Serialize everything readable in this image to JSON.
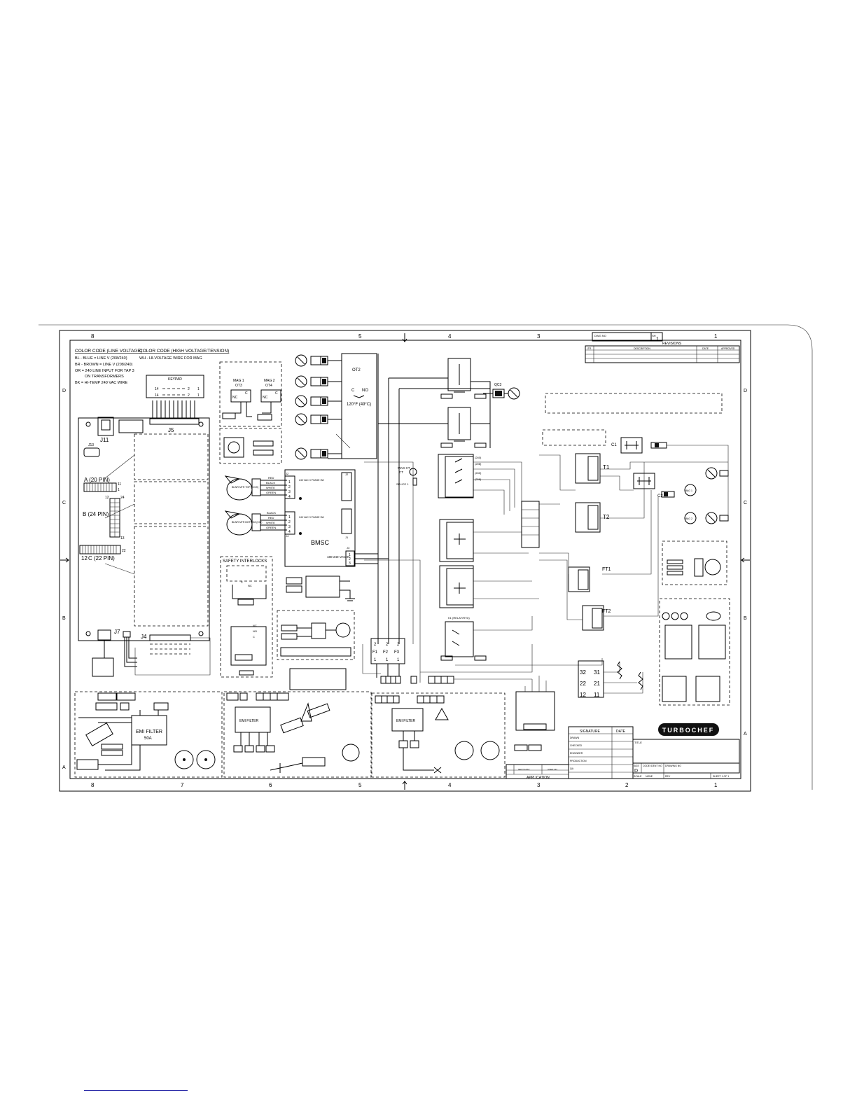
{
  "zones": {
    "columns_top": [
      "8",
      "5",
      "4",
      "3",
      "1"
    ],
    "columns_bottom": [
      "8",
      "7",
      "6",
      "5",
      "4",
      "3",
      "2",
      "1"
    ],
    "rows": [
      "D",
      "C",
      "B",
      "A"
    ]
  },
  "color_code": {
    "line_voltage_title": "COLOR CODE (LINE VOLTAGE)",
    "line_voltage_items": [
      "BL - BLUE = LINE V (208/240)",
      "BR - BROWN = LINE V (208/240)",
      "OR = 240 LINE INPUT FOR TAP 3",
      "ON TRANSFORMERS",
      "BK = HI-TEMP 240 VAC WIRE"
    ],
    "high_voltage_title": "COLOR CODE (HIGH VOLTAGE/TENSION)",
    "high_voltage_items": [
      "WH - HI-VOLTAGE WIRE FOR MAG"
    ]
  },
  "control_board": {
    "keypad": "KEYPAD",
    "keypad_pins": [
      "14",
      "2",
      "1",
      "14",
      "2",
      "1"
    ],
    "j5": "J5",
    "j11": "J11",
    "j13": "J13",
    "conn_a": "A (20 PIN)",
    "conn_b": "B (24 PIN)",
    "conn_c": "C (22 PIN)",
    "conn_c_prefix": "12",
    "pin_11": "11",
    "pin_1": "1",
    "pin_12": "12",
    "pin_24": "24",
    "pin_13": "13",
    "pin_22": "22",
    "j7": "J7",
    "j4": "J4"
  },
  "mag_section": {
    "mag1": "MAG 1",
    "ot3": "OT3",
    "mag2": "MAG 2",
    "ot4": "OT4",
    "nc": "NC",
    "c": "C"
  },
  "ot2": {
    "label": "OT2",
    "c": "C",
    "no": "NO",
    "temp": "120°F (49°C)"
  },
  "blowers": {
    "top_label": "BLWR MTR TOP (CCW)",
    "bottom_label": "BLWR MTR BOTTOM (CW)",
    "top_wires": [
      "RED",
      "BLACK",
      "WHITE",
      "GREEN"
    ],
    "bottom_wires": [
      "BLACK",
      "RED",
      "WHITE",
      "GREEN"
    ],
    "spec": "240 VAC 3 PHASE 3W",
    "pins": [
      "1",
      "2",
      "3",
      "4"
    ]
  },
  "bmsc": {
    "label": "BMSC",
    "j2": "J2",
    "j1": "J1",
    "j3": "J3",
    "j4": "J4",
    "input": "180-240 VAC IN",
    "in_pins": [
      "1",
      "2",
      "3"
    ]
  },
  "safety": {
    "title": "SAFETY INTERLOCKS",
    "nc": "NC",
    "no": "NO",
    "c": "C"
  },
  "mag_ct": {
    "label": "MAG CT",
    "splice": "SPLICE 1"
  },
  "relays": {
    "taps": [
      "(240)",
      "(208)",
      "(240)",
      "(208)"
    ],
    "k1": "K1 (RELAY/RTD)"
  },
  "fuses": {
    "labels": [
      "F1",
      "F2",
      "F3"
    ],
    "pins": [
      "2",
      "2",
      "2",
      "1",
      "1",
      "1"
    ]
  },
  "qc3": "QC3",
  "right": {
    "c1": "C1",
    "c2": "C2",
    "t1": "T1",
    "t2": "T2",
    "ft1": "FT1",
    "ft2": "FT2",
    "mag1": "MAG 1",
    "mag2": "MAG 2",
    "coil_pins": [
      "32",
      "31",
      "22",
      "21",
      "12",
      "11"
    ]
  },
  "emi": {
    "emi1": "EMI FILTER",
    "emi1_rating": "50A",
    "emi2": "EMI FILTER",
    "emi3": "EMI FILTER"
  },
  "title_block": {
    "revisions": "REVISIONS",
    "rev_cols": [
      "LTR",
      "DESCRIPTION",
      "DATE",
      "APPROVED"
    ],
    "dwg_no": "DWG NO",
    "sh": "SH",
    "sh_val": "1",
    "signature": "SIGNATURE",
    "date": "DATE",
    "rows": [
      "DRAWN",
      "CHECKED",
      "ENGINEER",
      "PRODUCTION",
      "QA"
    ],
    "title": "TITLE",
    "brand": "TURBOCHEF",
    "size": "SIZE",
    "size_val": "D",
    "code_ident": "CODE IDENT NO",
    "drawing_no": "DRAWING NO",
    "scale": "SCALE",
    "scale_val": "NONE",
    "rev": "REV",
    "sheet": "SHEET 1 OF 1",
    "application": "APPLICATION",
    "next_assy": "NEXT ASSY",
    "used_on": "USED ON"
  }
}
